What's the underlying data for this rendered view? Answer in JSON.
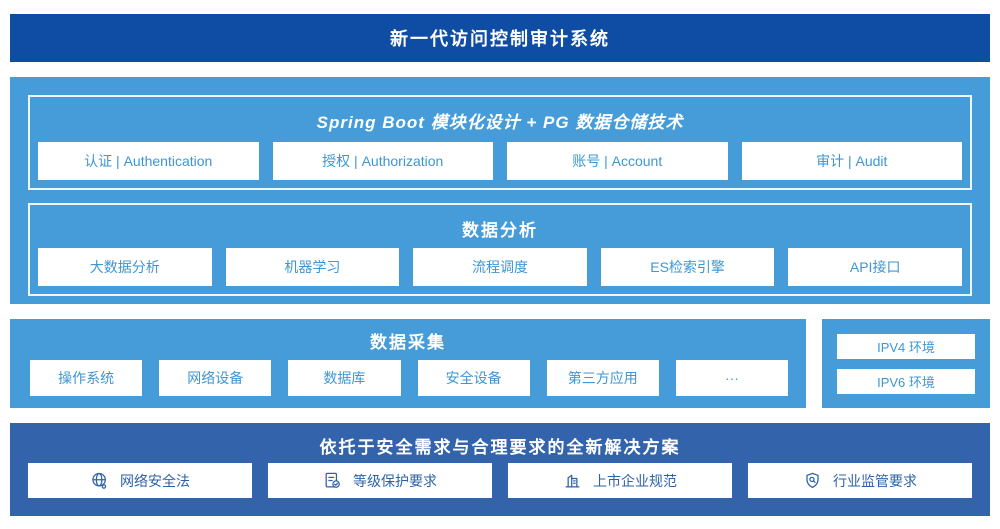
{
  "banner": {
    "title": "新一代访问控制审计系统"
  },
  "platform": {
    "modules_panel": {
      "title": "Spring Boot 模块化设计 + PG 数据仓储技术",
      "items": [
        "认证 | Authentication",
        "授权 | Authorization",
        "账号 | Account",
        "审计 | Audit"
      ]
    },
    "analysis_panel": {
      "title": "数据分析",
      "items": [
        "大数据分析",
        "机器学习",
        "流程调度",
        "ES检索引擎",
        "API接口"
      ]
    }
  },
  "collection": {
    "title": "数据采集",
    "items": [
      "操作系统",
      "网络设备",
      "数据库",
      "安全设备",
      "第三方应用",
      "···"
    ],
    "env_panel": {
      "items": [
        "IPV4 环境",
        "IPV6 环境"
      ]
    }
  },
  "solution": {
    "title": "依托于安全需求与合理要求的全新解决方案",
    "items": [
      {
        "icon": "globe-icon",
        "label": "网络安全法"
      },
      {
        "icon": "document-check-icon",
        "label": "等级保护要求"
      },
      {
        "icon": "building-icon",
        "label": "上市企业规范"
      },
      {
        "icon": "shield-search-icon",
        "label": "行业监管要求"
      }
    ]
  },
  "colors": {
    "banner_bg": "#0e4da3",
    "section_bg": "#459cd9",
    "solution_bg": "#3363ab",
    "light_box_text": "#3e96d3",
    "solution_box_text": "#2e62a8",
    "panel_border": "#ffffff"
  }
}
